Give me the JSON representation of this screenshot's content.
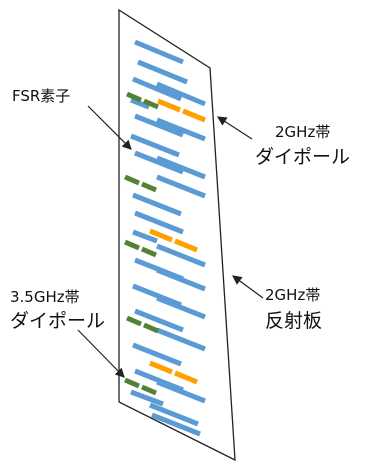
{
  "labels": {
    "fsr": "FSR素子",
    "dipole_2ghz_line1": "2GHz帯",
    "dipole_2ghz_line2": "ダイポール",
    "reflector_line1": "2GHz帯",
    "reflector_line2": "反射板",
    "dipole_35ghz_line1": "3.5GHz帯",
    "dipole_35ghz_line2": "ダイポール"
  },
  "colors": {
    "fsr_element": "#5b9bd5",
    "dipole_2ghz": "#ffa000",
    "dipole_35ghz": "#548235",
    "reflector_outline": "#222222",
    "leader": "#222222"
  }
}
